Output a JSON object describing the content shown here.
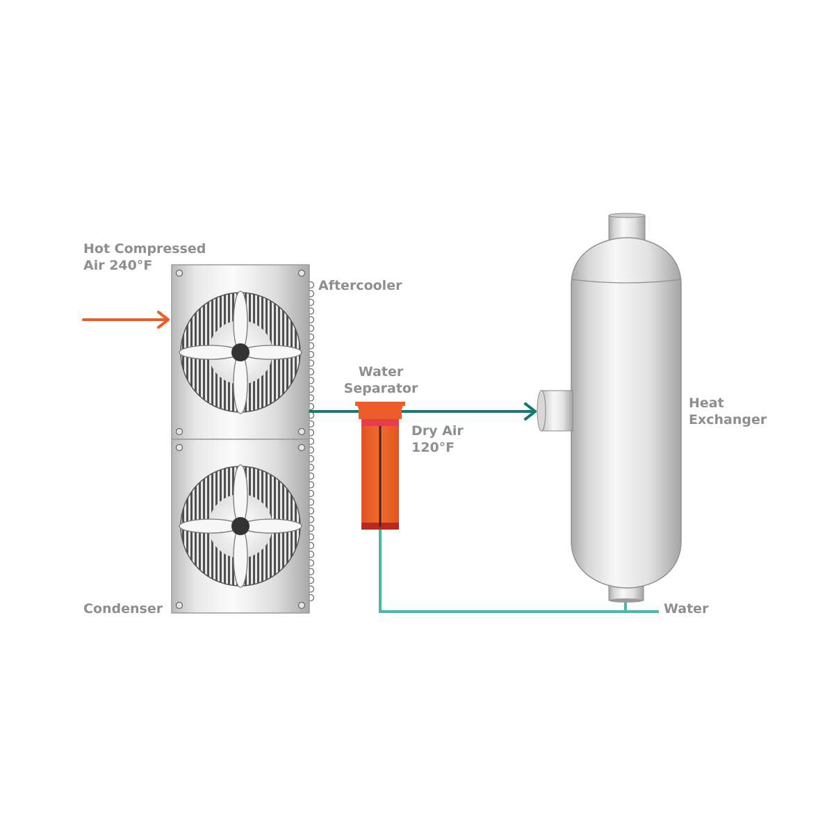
{
  "labels": {
    "hot_air_line1": "Hot Compressed",
    "hot_air_line2": "Air 240°F",
    "aftercooler": "Aftercooler",
    "condenser": "Condenser",
    "separator_line1": "Water",
    "separator_line2": "Separator",
    "dry_air_line1": "Dry Air",
    "dry_air_line2": "120°F",
    "heat_exchanger_line1": "Heat",
    "heat_exchanger_line2": "Exchanger",
    "water": "Water"
  },
  "colors": {
    "hot_air_arrow": "#ec5d2a",
    "dry_air_line": "#137a72",
    "water_line": "#46b9a8",
    "separator_body": "#ec5d2a",
    "separator_cap": "#e43e4a",
    "separator_bottom": "#b8281e",
    "label_text": "#8e8e8e",
    "steel_light": "#f4f4f4",
    "steel_dark": "#a8a8a8"
  },
  "icons": {
    "fan_top": "fan-icon",
    "fan_bottom": "fan-icon"
  }
}
